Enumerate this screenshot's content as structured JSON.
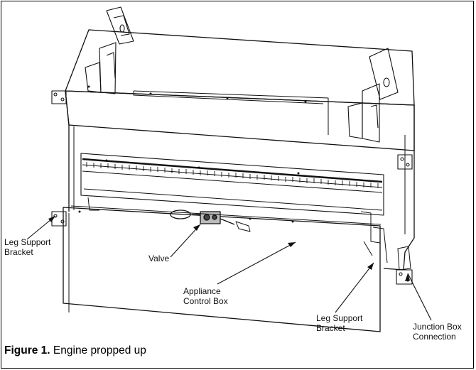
{
  "figure": {
    "caption_number": "Figure 1.",
    "caption_text": " Engine propped up"
  },
  "callouts": {
    "leg_support_left": "Leg Support\nBracket",
    "valve": "Valve",
    "appliance_control_box": "Appliance\nControl Box",
    "leg_support_right": "Leg Support\nBracket",
    "junction_box": "Junction Box\nConnection"
  }
}
